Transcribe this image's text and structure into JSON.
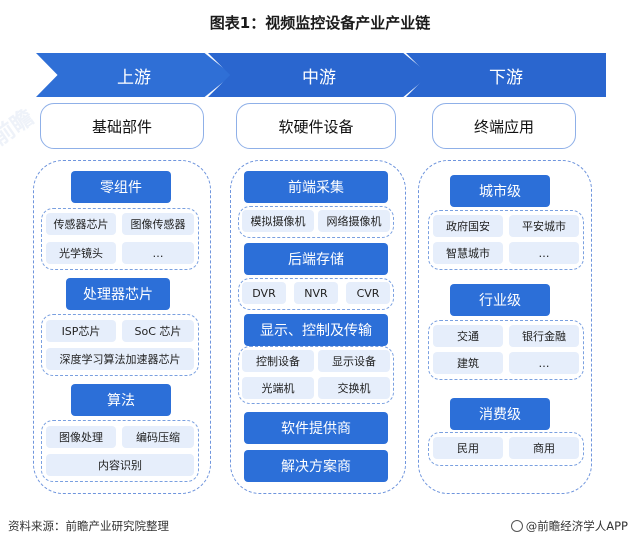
{
  "title": "图表1：视频监控设备产业产业链",
  "stages": {
    "up": "上游",
    "mid": "中游",
    "down": "下游"
  },
  "headers": {
    "up": "基础部件",
    "mid": "软硬件设备",
    "down": "终端应用"
  },
  "upstream": {
    "components": {
      "label": "零组件",
      "items": [
        "传感器芯片",
        "图像传感器",
        "光学镜头",
        "…"
      ]
    },
    "chips": {
      "label": "处理器芯片",
      "items": [
        "ISP芯片",
        "SoC 芯片",
        "深度学习算法加速器芯片"
      ]
    },
    "algo": {
      "label": "算法",
      "items": [
        "图像处理",
        "编码压缩",
        "内容识别"
      ]
    }
  },
  "midstream": {
    "capture": {
      "label": "前端采集",
      "items": [
        "模拟摄像机",
        "网络摄像机"
      ]
    },
    "storage": {
      "label": "后端存储",
      "items": [
        "DVR",
        "NVR",
        "CVR"
      ]
    },
    "display": {
      "label": "显示、控制及传输",
      "items": [
        "控制设备",
        "显示设备",
        "光端机",
        "交换机"
      ]
    },
    "software": {
      "label": "软件提供商"
    },
    "solution": {
      "label": "解决方案商"
    }
  },
  "downstream": {
    "city": {
      "label": "城市级",
      "items": [
        "政府国安",
        "平安城市",
        "智慧城市",
        "…"
      ]
    },
    "industry": {
      "label": "行业级",
      "items": [
        "交通",
        "银行金融",
        "建筑",
        "…"
      ]
    },
    "consumer": {
      "label": "消费级",
      "items": [
        "民用",
        "商用"
      ]
    }
  },
  "footer": {
    "source": "资料来源：前瞻产业研究院整理",
    "brand": "@前瞻经济学人APP"
  },
  "colors": {
    "accent": "#2c6fd8",
    "item_bg": "#e6eefb",
    "dash": "#6f95dd"
  }
}
